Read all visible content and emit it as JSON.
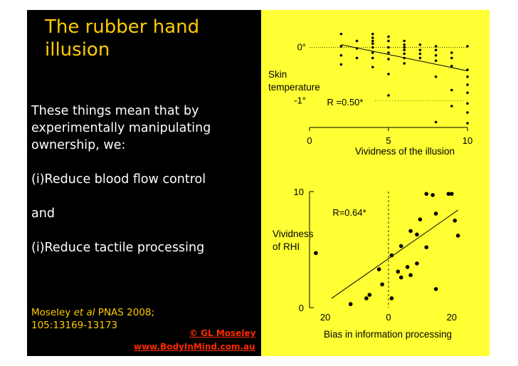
{
  "slide": {
    "title": "The rubber hand illusion",
    "body_lines": [
      "These things mean that by",
      "experimentally manipulating",
      "ownership, we:",
      "",
      "(i)Reduce blood flow control",
      "",
      "and",
      "",
      "(i)Reduce tactile processing"
    ],
    "citation_line1_prefix": "Moseley ",
    "citation_line1_italic": "et al",
    "citation_line1_suffix": " PNAS 2008;",
    "citation_line2": "105:13169-13173",
    "copyright": "© GL Moseley",
    "url": "www.BodyInMind.com.au",
    "colors": {
      "background": "#000000",
      "title": "#ffcc00",
      "body": "#ffffff",
      "citation": "#ffcc00",
      "link": "#ff2a00",
      "panel": "#ffff33"
    }
  },
  "chart_data": [
    {
      "type": "scatter",
      "title": "",
      "xlabel": "Vividness of the illusion",
      "ylabel_lines": [
        "Skin",
        "temperature"
      ],
      "xlim": [
        0,
        10
      ],
      "ylim": [
        -1.5,
        0.3
      ],
      "x_ticks": [
        0,
        5,
        10
      ],
      "x_tick_labels": [
        "0",
        "5",
        "10"
      ],
      "y_ticks": [
        0,
        -1
      ],
      "y_tick_labels": [
        "0°",
        "-1°"
      ],
      "annotation": "R =0.50*",
      "reference_line_y": 0,
      "regression": {
        "x": [
          2,
          10
        ],
        "y": [
          0.05,
          -0.44
        ]
      },
      "points": [
        {
          "x": 2,
          "y": 0.25
        },
        {
          "x": 2,
          "y": 0.02
        },
        {
          "x": 2,
          "y": -0.15
        },
        {
          "x": 2,
          "y": -0.32
        },
        {
          "x": 3,
          "y": 0.12
        },
        {
          "x": 3,
          "y": -0.02
        },
        {
          "x": 3,
          "y": -0.2
        },
        {
          "x": 4,
          "y": 0.25
        },
        {
          "x": 4,
          "y": 0.18
        },
        {
          "x": 4,
          "y": 0.12
        },
        {
          "x": 4,
          "y": 0.07
        },
        {
          "x": 4,
          "y": 0.0
        },
        {
          "x": 4,
          "y": -0.1
        },
        {
          "x": 4,
          "y": -0.2
        },
        {
          "x": 4,
          "y": -0.37
        },
        {
          "x": 5,
          "y": 0.2
        },
        {
          "x": 5,
          "y": 0.12
        },
        {
          "x": 5,
          "y": 0.0
        },
        {
          "x": 5,
          "y": -0.1
        },
        {
          "x": 5,
          "y": -0.22
        },
        {
          "x": 5,
          "y": -0.5
        },
        {
          "x": 5,
          "y": -0.9
        },
        {
          "x": 6,
          "y": 0.12
        },
        {
          "x": 6,
          "y": 0.05
        },
        {
          "x": 6,
          "y": 0.0
        },
        {
          "x": 6,
          "y": -0.05
        },
        {
          "x": 6,
          "y": -0.12
        },
        {
          "x": 6,
          "y": -0.2
        },
        {
          "x": 6,
          "y": -0.3
        },
        {
          "x": 7,
          "y": 0.05
        },
        {
          "x": 7,
          "y": -0.05
        },
        {
          "x": 7,
          "y": -0.12
        },
        {
          "x": 7,
          "y": -0.2
        },
        {
          "x": 8,
          "y": 0.02
        },
        {
          "x": 8,
          "y": -0.05
        },
        {
          "x": 8,
          "y": -0.15
        },
        {
          "x": 8,
          "y": -0.25
        },
        {
          "x": 8,
          "y": -0.55
        },
        {
          "x": 8,
          "y": -1.4
        },
        {
          "x": 9,
          "y": -0.1
        },
        {
          "x": 9,
          "y": -0.2
        },
        {
          "x": 9,
          "y": -0.35
        },
        {
          "x": 9,
          "y": -0.8
        },
        {
          "x": 9,
          "y": -1.1
        },
        {
          "x": 10,
          "y": 0.02
        },
        {
          "x": 10,
          "y": -0.42
        },
        {
          "x": 10,
          "y": -0.55
        },
        {
          "x": 10,
          "y": -0.7
        },
        {
          "x": 10,
          "y": -0.85
        },
        {
          "x": 10,
          "y": -1.05
        },
        {
          "x": 10,
          "y": -1.22
        },
        {
          "x": 10,
          "y": -1.42
        }
      ]
    },
    {
      "type": "scatter",
      "title": "",
      "xlabel": "Bias in information processing",
      "ylabel_lines": [
        "Vividness",
        "of RHI"
      ],
      "xlim": [
        -25,
        25
      ],
      "ylim": [
        0,
        10
      ],
      "x_ticks": [
        -20,
        0,
        20
      ],
      "x_tick_labels": [
        "20",
        "0",
        "20"
      ],
      "y_ticks": [
        10,
        0
      ],
      "y_tick_labels": [
        "10",
        "0"
      ],
      "annotation": "R=0.64*",
      "reference_line_x": 0,
      "regression": {
        "x": [
          -18,
          22
        ],
        "y": [
          0.8,
          8.4
        ]
      },
      "points": [
        {
          "x": -23,
          "y": 4.7
        },
        {
          "x": -12,
          "y": 0.3
        },
        {
          "x": -7,
          "y": 0.8
        },
        {
          "x": -6,
          "y": 1.1
        },
        {
          "x": -3,
          "y": 3.3
        },
        {
          "x": -2,
          "y": 2.0
        },
        {
          "x": 1,
          "y": 0.8
        },
        {
          "x": 1,
          "y": 4.5
        },
        {
          "x": 3,
          "y": 3.1
        },
        {
          "x": 4,
          "y": 2.6
        },
        {
          "x": 4,
          "y": 5.3
        },
        {
          "x": 6,
          "y": 3.5
        },
        {
          "x": 7,
          "y": 2.8
        },
        {
          "x": 7,
          "y": 6.6
        },
        {
          "x": 9,
          "y": 3.8
        },
        {
          "x": 9,
          "y": 6.3
        },
        {
          "x": 10,
          "y": 7.6
        },
        {
          "x": 12,
          "y": 9.8
        },
        {
          "x": 12,
          "y": 5.2
        },
        {
          "x": 14,
          "y": 9.7
        },
        {
          "x": 15,
          "y": 8.1
        },
        {
          "x": 15,
          "y": 1.6
        },
        {
          "x": 19,
          "y": 9.8
        },
        {
          "x": 20,
          "y": 9.8
        },
        {
          "x": 21,
          "y": 7.5
        },
        {
          "x": 22,
          "y": 6.2
        }
      ]
    }
  ]
}
